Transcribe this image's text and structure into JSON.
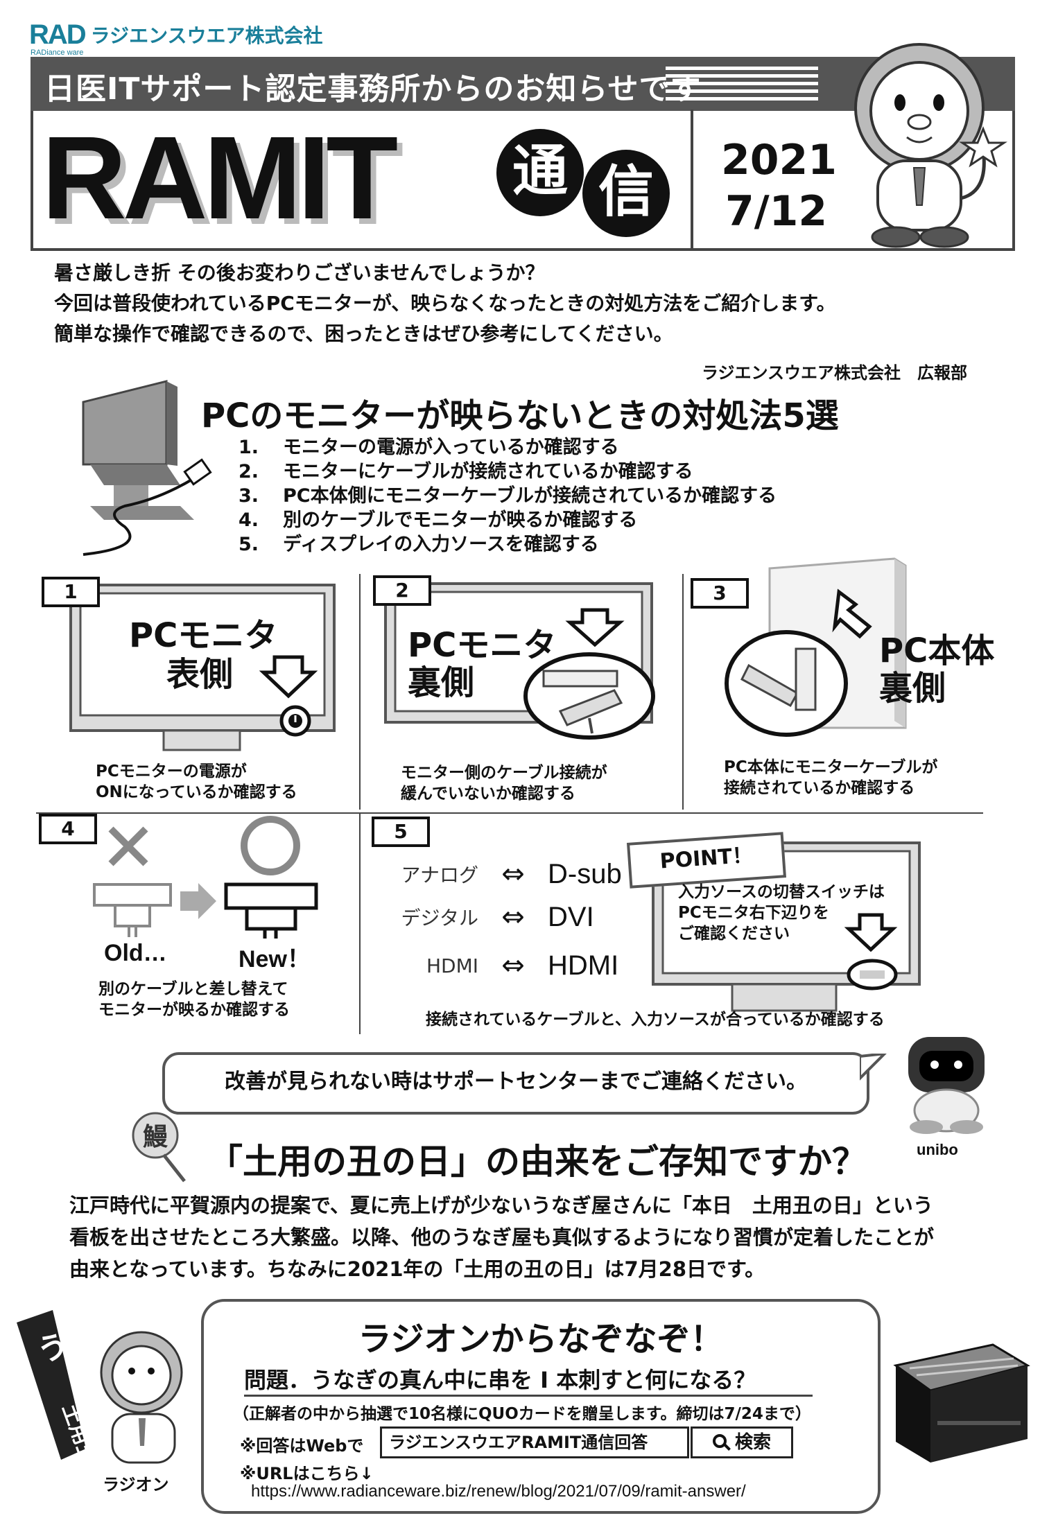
{
  "header": {
    "logo_mark": "RAD",
    "logo_sub": "RADiance ware",
    "company": "ラジエンスウエア株式会社",
    "band_text": "日医ITサポート認定事務所からのお知らせです",
    "title_main": "RAMIT",
    "title_kanji_1": "通",
    "title_kanji_2": "信",
    "date_year": "2021",
    "date_day": "7/12"
  },
  "intro": {
    "line1": "暑さ厳しき折 その後お変わりございませんでしょうか？",
    "line2": "今回は普段使われているPCモニターが、映らなくなったときの対処方法をご紹介します。",
    "line3": "簡単な操作で確認できるので、困ったときはぜひ参考にしてください。",
    "signature": "ラジエンスウエア株式会社　広報部"
  },
  "tips": {
    "title": "PCのモニターが映らないときの対処法5選",
    "items": [
      {
        "num": "1.",
        "text": "モニターの電源が入っているか確認する"
      },
      {
        "num": "2.",
        "text": "モニターにケーブルが接続されているか確認する"
      },
      {
        "num": "3.",
        "text": "PC本体側にモニターケーブルが接続されているか確認する"
      },
      {
        "num": "4.",
        "text": "別のケーブルでモニターが映るか確認する"
      },
      {
        "num": "5.",
        "text": "ディスプレイの入力ソースを確認する"
      }
    ]
  },
  "steps": {
    "s1": {
      "num": "1",
      "label_l1": "PCモニタ",
      "label_l2": "表側",
      "cap_l1": "PCモニターの電源が",
      "cap_l2": "ONになっているか確認する"
    },
    "s2": {
      "num": "2",
      "label_l1": "PCモニタ",
      "label_l2": "裏側",
      "cap_l1": "モニター側のケーブル接続が",
      "cap_l2": "緩んでいないか確認する"
    },
    "s3": {
      "num": "3",
      "label_l1": "PC本体",
      "label_l2": "裏側",
      "cap_l1": "PC本体にモニターケーブルが",
      "cap_l2": "接続されているか確認する"
    },
    "s4": {
      "num": "4",
      "old": "Old…",
      "new": "New！",
      "cap_l1": "別のケーブルと差し替えて",
      "cap_l2": "モニターが映るか確認する"
    },
    "s5": {
      "num": "5",
      "pairs": [
        {
          "left": "アナログ",
          "right": "D-sub"
        },
        {
          "left": "デジタル",
          "right": "DVI"
        },
        {
          "left": "HDMI",
          "right": "HDMI"
        }
      ],
      "point": "POINT！",
      "point_l1": "入力ソースの切替スイッチは",
      "point_l2": "PCモニタ右下辺りを",
      "point_l3": "ご確認ください",
      "caption": "接続されているケーブルと、入力ソースが合っているか確認する"
    }
  },
  "support": {
    "bubble": "改善が見られない時はサポートセンターまでご連絡ください。",
    "robot_label": "unibo"
  },
  "doyo": {
    "sign_char": "鰻",
    "title": "「土用の丑の日」の由来をご存知ですか？",
    "l1": "江戸時代に平賀源内の提案で、夏に売上げが少ないうなぎ屋さんに「本日　土用丑の日」という",
    "l2": "看板を出させたところ大繁盛。以降、他のうなぎ屋も真似するようになり習慣が定着したことが",
    "l3": "由来となっています。ちなみに2021年の「土用の丑の日」は7月28日です。"
  },
  "quiz": {
    "title": "ラジオンからなぞなぞ！",
    "question": "問題．うなぎの真ん中に串を I 本刺すと何になる？",
    "note": "（正解者の中から抽選で10名様にQUOカードを贈呈します。締切は7/24まで）",
    "answer_label": "※回答はWebで",
    "search_text": "ラジエンスウエアRAMIT通信回答",
    "search_button": "検索",
    "url_label": "※URLはこちら↓",
    "url": "https://www.radianceware.biz/renew/blog/2021/07/09/ramit-answer/",
    "mascot_label": "ラジオン",
    "banner_text": "うなぎ",
    "banner_text2": "土用丑の日"
  }
}
